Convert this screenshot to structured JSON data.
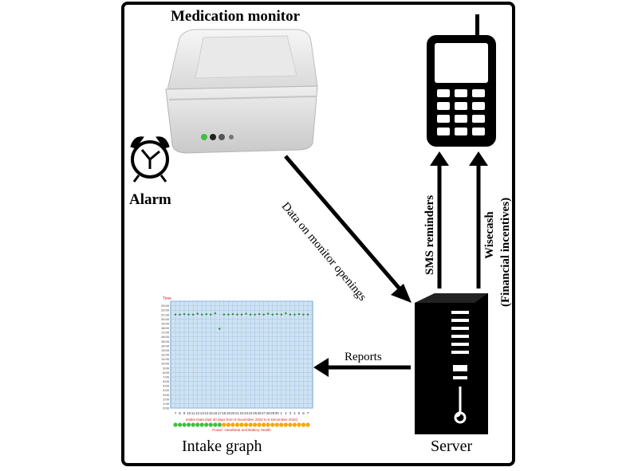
{
  "labels": {
    "medication_monitor": "Medication monitor",
    "alarm": "Alarm",
    "data_on_openings": "Data on monitor openings",
    "sms_reminders": "SMS reminders",
    "wisecash": "Wisecash",
    "financial_incentives": "(Financial incentives)",
    "reports": "Reports",
    "intake_graph": "Intake graph",
    "server": "Server"
  },
  "graph": {
    "y_title": "Time",
    "y_ticks": [
      "23:00",
      "22:00",
      "21:00",
      "20:00",
      "19:00",
      "18:00",
      "17:00",
      "16:00",
      "15:00",
      "14:00",
      "13:00",
      "12:00",
      "11:00",
      "10:00",
      "9:00",
      "8:00",
      "7:00",
      "6:00",
      "5:00",
      "4:00",
      "3:00",
      "2:00",
      "1:00",
      "0:00"
    ],
    "x_ticks": [
      "7",
      "8",
      "9",
      "10",
      "11",
      "12",
      "13",
      "14",
      "15",
      "16",
      "17",
      "18",
      "19",
      "20",
      "21",
      "22",
      "23",
      "24",
      "25",
      "26",
      "27",
      "28",
      "29",
      "30",
      "1",
      "2",
      "3",
      "4",
      "5",
      "6",
      "7"
    ],
    "x_caption": "Intake Data (last 30 days from 6 November 2022 to 6 December 2022)",
    "status_caption": "Power: Heartbeat and Battery Health",
    "intake_hours": [
      21.0,
      21.0,
      21.1,
      21.0,
      21.0,
      21.2,
      21.0,
      21.1,
      21.0,
      21.3,
      17.8,
      21.0,
      21.0,
      21.1,
      21.0,
      21.0,
      21.2,
      21.0,
      21.0,
      21.1,
      21.0,
      21.2,
      21.0,
      21.1,
      21.0,
      21.3,
      21.0,
      21.0,
      21.1,
      21.0,
      21.0
    ],
    "status_colors": [
      "green",
      "green",
      "green",
      "green",
      "green",
      "green",
      "green",
      "green",
      "green",
      "green",
      "green",
      "orange",
      "orange",
      "orange",
      "orange",
      "orange",
      "orange",
      "orange",
      "orange",
      "orange",
      "orange",
      "orange",
      "orange",
      "orange",
      "orange",
      "orange",
      "orange",
      "orange",
      "orange",
      "orange",
      "orange"
    ],
    "colors": {
      "plot_bg": "#cfe3f3",
      "grid": "#9fc3e3",
      "point": "#2e8b2e",
      "caption": "#e02020",
      "green_dot": "#3fbf3f",
      "orange_dot": "#f2a900"
    }
  }
}
